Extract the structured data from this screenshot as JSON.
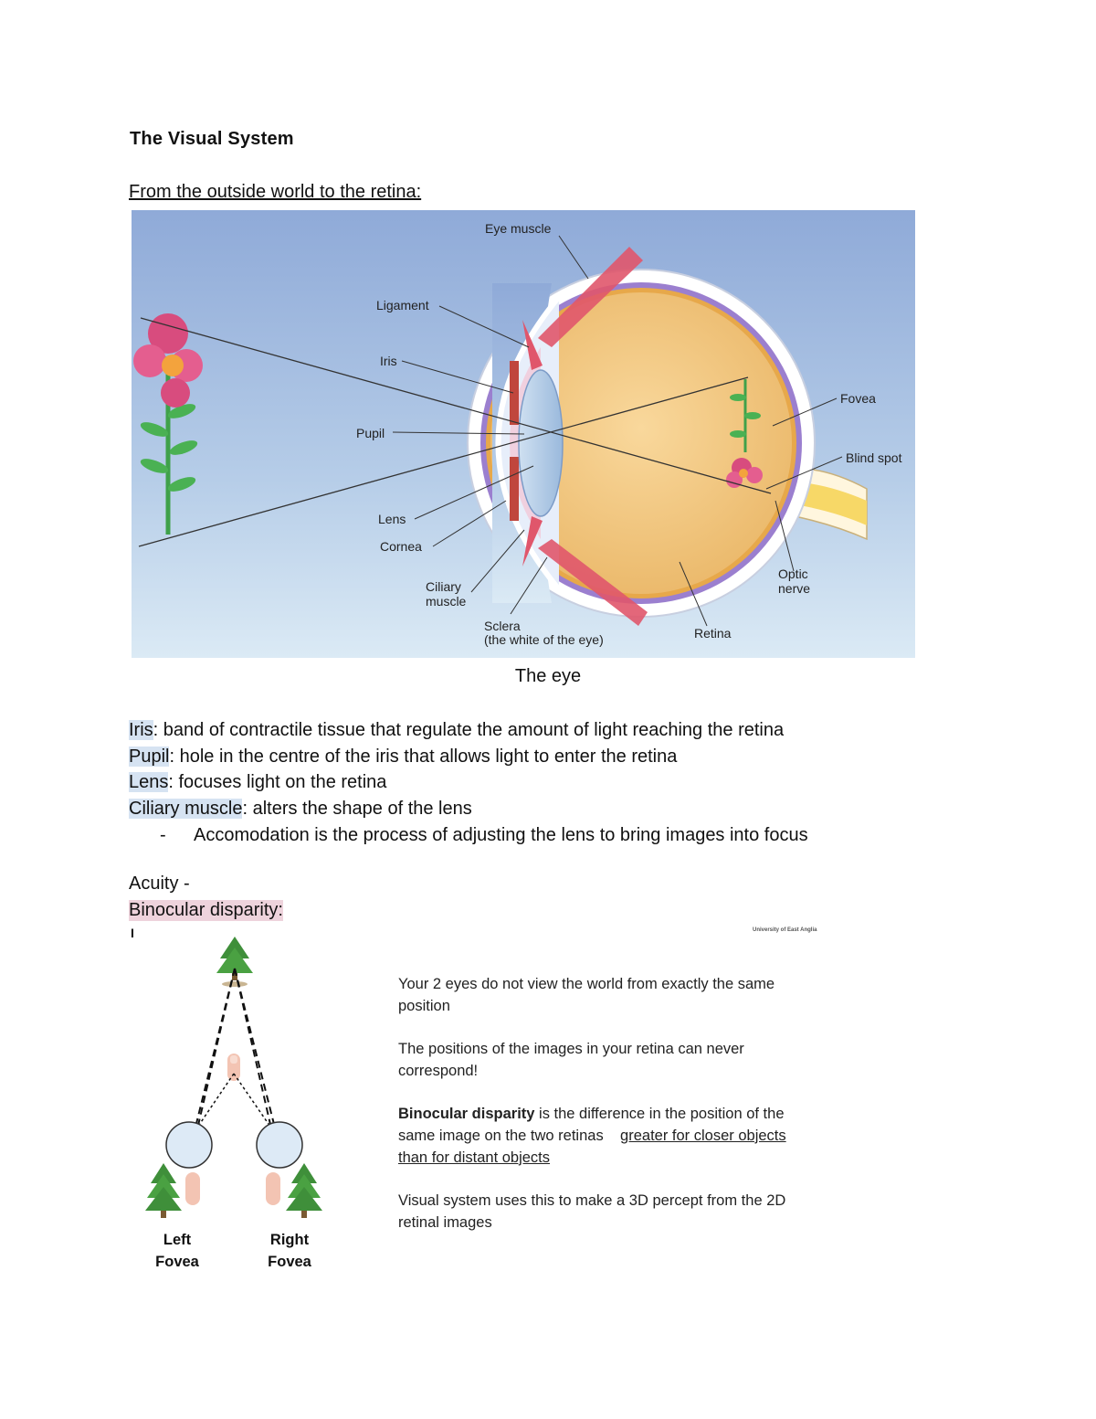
{
  "page": {
    "title": "The Visual System",
    "subtitle": "From the outside world to the retina:"
  },
  "eye_figure": {
    "labels": {
      "eye_muscle": "Eye muscle",
      "ligament": "Ligament",
      "iris": "Iris",
      "pupil": "Pupil",
      "lens": "Lens",
      "cornea": "Cornea",
      "ciliary_1": "Ciliary",
      "ciliary_2": "muscle",
      "sclera_1": "Sclera",
      "sclera_2": "(the white of the eye)",
      "retina": "Retina",
      "optic_1": "Optic",
      "optic_2": "nerve",
      "fovea": "Fovea",
      "blind_spot": "Blind spot"
    },
    "caption": "The eye"
  },
  "definitions": [
    {
      "term": "Iris",
      "text": ": band of contractile tissue that regulate the amount of light reaching the retina"
    },
    {
      "term": "Pupil",
      "text": ": hole in the centre of the iris that allows light to enter the retina"
    },
    {
      "term": "Lens",
      "text": ": focuses light on the retina"
    },
    {
      "term": "Ciliary muscle",
      "text": ": alters the shape of the lens"
    }
  ],
  "bullet": {
    "dash": "-",
    "text": "Accomodation is the process of adjusting the lens to bring images into focus"
  },
  "acuity": "Acuity -",
  "binocular": "Binocular disparity:",
  "tick": "I",
  "slide": {
    "university": "University of East Anglia",
    "p1": "Your 2 eyes do not view the world from exactly the same position",
    "p2": "The positions of the images in your retina can never correspond!",
    "p3_bold": "Binocular disparity",
    "p3_rest": " is the difference in the position of the same image on the two retinas",
    "p3_ul": "greater for closer objects than for distant objects",
    "p4": "Visual system uses this to make a 3D percept from the 2D retinal images",
    "left_fovea_1": "Left",
    "left_fovea_2": "Fovea",
    "right_fovea_1": "Right",
    "right_fovea_2": "Fovea"
  },
  "colors": {
    "term_highlight": "#d6e3f2",
    "binocular_highlight": "#eed3dc",
    "figure_bg_top": "#8faad8",
    "figure_bg_bottom": "#dbeaf5",
    "eyeball_fill": "#f2c57a",
    "muscle_red": "#e0566b"
  }
}
